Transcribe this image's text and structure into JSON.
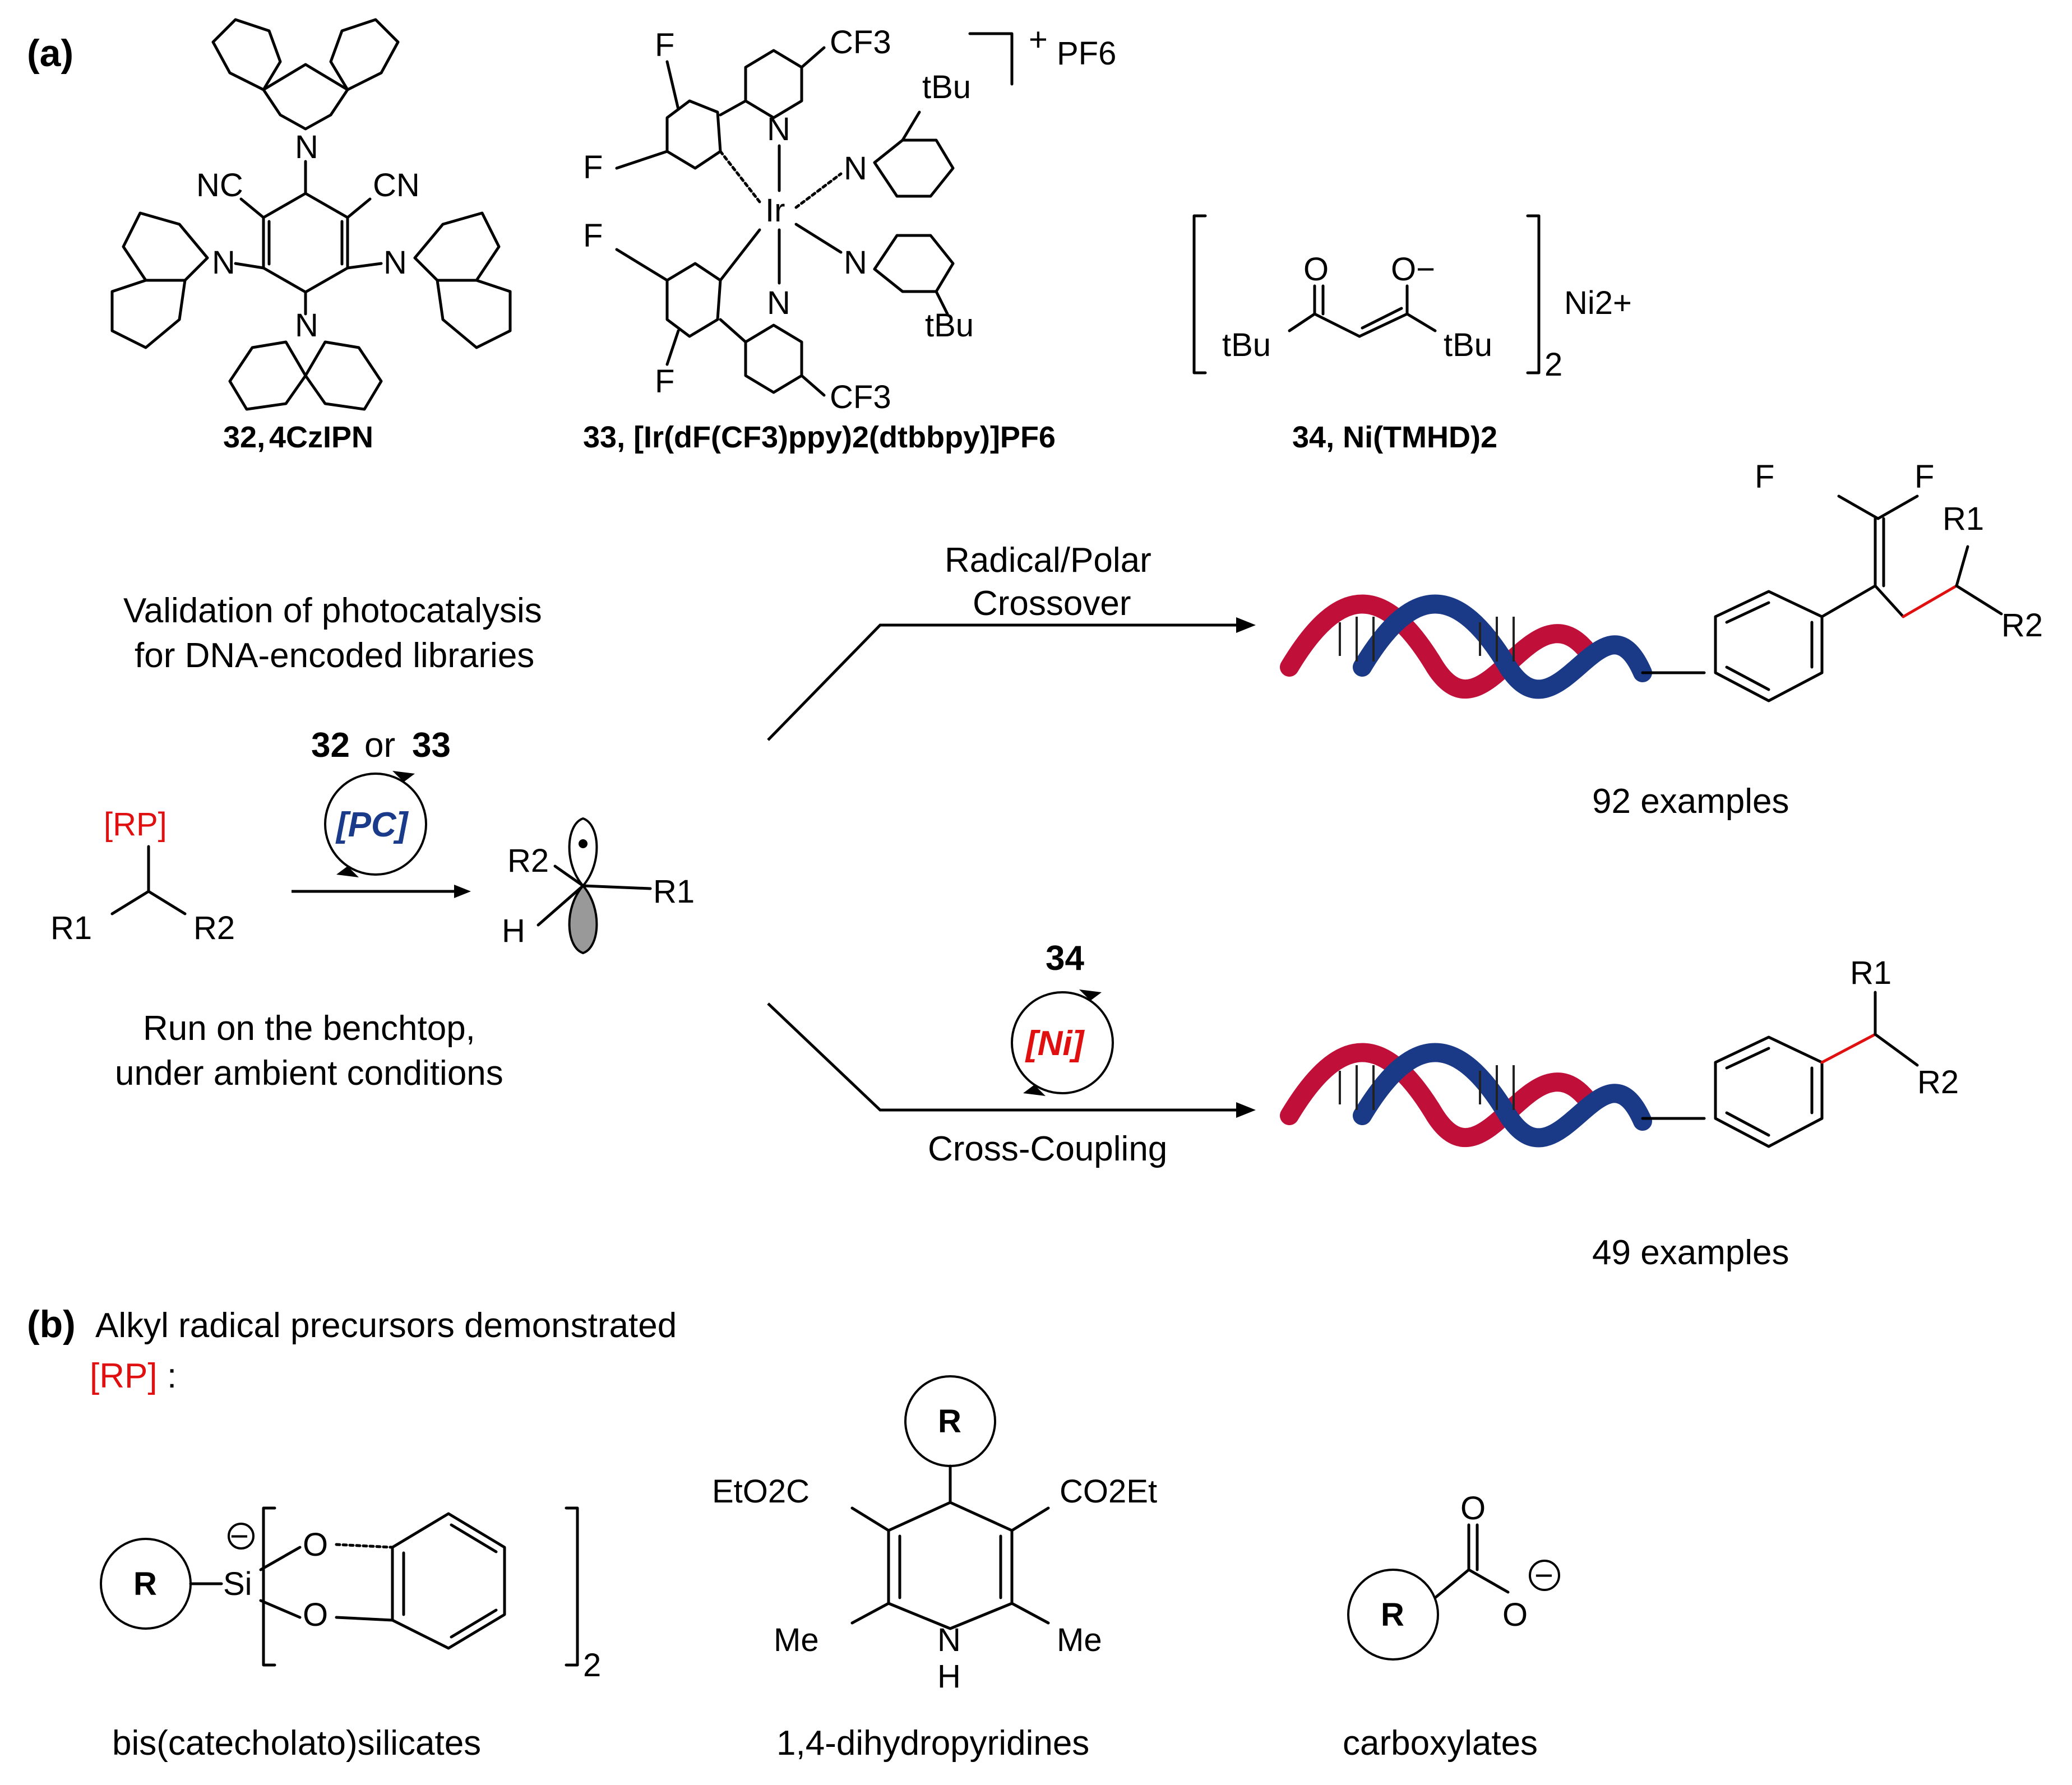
{
  "panel_a": {
    "label": "(a)",
    "catalyst_32": {
      "caption_num": "32,",
      "caption_name": "4CzIPN",
      "atoms": {
        "cn_left": "NC",
        "cn_right": "CN",
        "n": "N"
      }
    },
    "catalyst_33": {
      "caption": "33, [Ir(dF(CF3)ppy)2(dtbbpy)]PF6",
      "charge": "+",
      "counterion": "PF6",
      "atoms": {
        "metal": "Ir",
        "n": "N",
        "f": "F",
        "cf3": "CF3",
        "tbu": "tBu"
      }
    },
    "catalyst_34": {
      "caption": "34, Ni(TMHD)2",
      "metal_ion": "Ni2+",
      "subscript": "2",
      "atoms": {
        "o": "O",
        "o_minus": "O−",
        "tbu": "tBu"
      }
    },
    "validation_text": [
      "Validation of photocatalysis",
      "for DNA-encoded libraries"
    ],
    "benchtop_text": [
      "Run on the benchtop,",
      "under ambient conditions"
    ],
    "reagent": {
      "rp": "[RP]",
      "r1": "R1",
      "r2": "R2"
    },
    "catalyst_choice": {
      "a": "32",
      "or": "or",
      "b": "33"
    },
    "pc_label": "[PC]",
    "radical": {
      "r1": "R1",
      "r2": "R2",
      "h": "H"
    },
    "upper_route": {
      "label": [
        "Radical/Polar",
        "Crossover"
      ],
      "product_atoms": {
        "f": "F",
        "r1": "R1",
        "r2": "R2"
      },
      "examples": "92 examples"
    },
    "lower_route": {
      "catalyst_num": "34",
      "ni_label": "[Ni]",
      "label": "Cross-Coupling",
      "product_atoms": {
        "r1": "R1",
        "r2": "R2"
      },
      "examples": "49 examples"
    }
  },
  "panel_b": {
    "label": "(b)",
    "title": "Alkyl radical precursors demonstrated",
    "rp": "[RP]",
    "rp_colon": ":",
    "precursors": [
      {
        "name": "bis(catecholato)silicates",
        "atoms": {
          "r": "R",
          "si": "Si",
          "o": "O",
          "sub": "2",
          "minus": "−"
        }
      },
      {
        "name": "1,4-dihydropyridines",
        "atoms": {
          "r": "R",
          "ester_left": "EtO2C",
          "ester_right": "CO2Et",
          "me": "Me",
          "n": "N",
          "h": "H"
        }
      },
      {
        "name": "carboxylates",
        "atoms": {
          "r": "R",
          "o": "O",
          "minus": "−"
        }
      }
    ]
  },
  "colors": {
    "red": "#e01010",
    "blue": "#1a3a8a",
    "dna_red": "#c0103a",
    "dna_blue": "#1a3a88"
  }
}
